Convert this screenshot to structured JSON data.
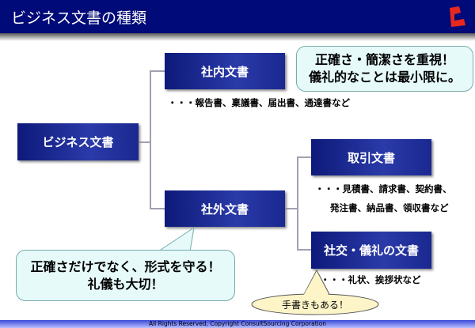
{
  "header": {
    "title": "ビジネス文書の種類"
  },
  "diagram": {
    "root": "ビジネス文書",
    "internal": {
      "label": "社内文書",
      "examples": "・・・報告書、稟議書、届出書、通達書など"
    },
    "external": {
      "label": "社外文書"
    },
    "transaction": {
      "label": "取引文書",
      "examples_line1": "・・・見積書、請求書、契約書、",
      "examples_line2": "発注書、納品書、領収書など"
    },
    "social": {
      "label": "社交・儀礼の文書",
      "examples": "・・・礼状、挨拶状など"
    }
  },
  "callouts": {
    "internal_line1": "正確さ・簡潔さを重視！",
    "internal_line2": "儀礼的なことは最小限に。",
    "external_line1": "正確さだけでなく、形式を守る！",
    "external_line2": "礼儀も大切！",
    "social": "手書きもある！"
  },
  "footer": {
    "copyright": "All Rights Reserved, Copyright  ConsultSourcing Corporation"
  },
  "colors": {
    "header": "#000a78",
    "box": "#1a2890",
    "callout": "#e6fafa",
    "ellipse": "#fdf5c8"
  }
}
